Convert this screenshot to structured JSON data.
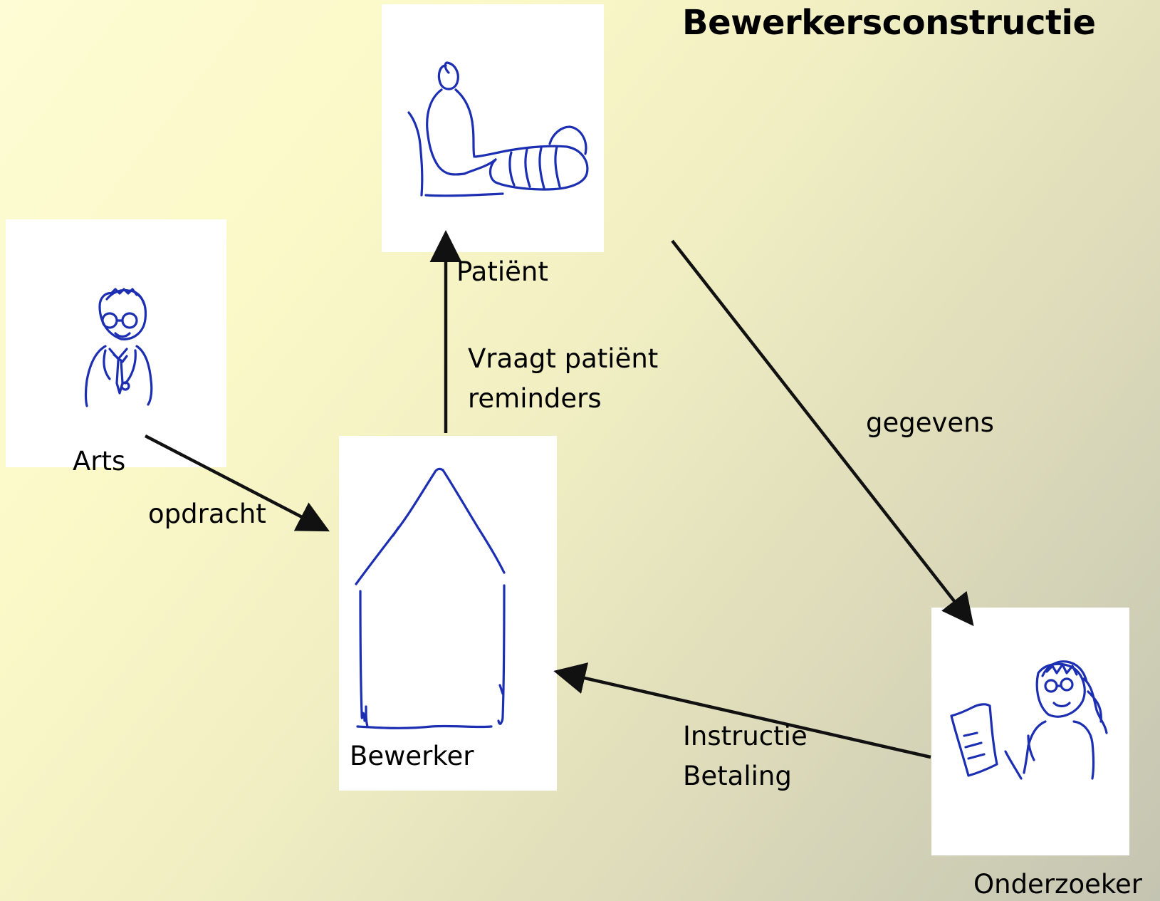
{
  "title": "Bewerkersconstructie",
  "nodes": {
    "patient": "Patiënt",
    "arts": "Arts",
    "bewerker": "Bewerker",
    "onderzoeker": "Onderzoeker"
  },
  "edges": {
    "vraagt_line1": "Vraagt patiënt",
    "vraagt_line2": "reminders",
    "gegevens": "gegevens",
    "opdracht": "opdracht",
    "instructie_line1": "Instructie",
    "instructie_line2": "Betaling"
  },
  "colors": {
    "sketch": "#1c2fb3",
    "arrow": "#111111"
  }
}
